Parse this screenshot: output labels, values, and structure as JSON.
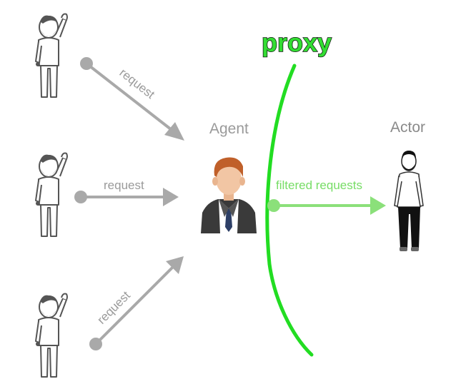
{
  "labels": {
    "proxy": "proxy",
    "agent": "Agent",
    "actor": "Actor",
    "request_top": "request",
    "request_middle": "request",
    "request_bottom": "request",
    "filtered_requests": "filtered requests"
  },
  "colors": {
    "background": "#ffffff",
    "requester_outline": "#555555",
    "request_arrow": "#a9a9a9",
    "request_text": "#9a9a9a",
    "agent_label": "#9a9a9a",
    "actor_label": "#8a8a8a",
    "proxy_line": "#22dd22",
    "proxy_text_fill": "#33dd33",
    "proxy_text_outline": "#111111",
    "filtered_arrow": "#8be07a",
    "filtered_text": "#77dd66",
    "agent_hair": "#c0602a",
    "agent_skin": "#f2c6a4",
    "agent_suit": "#3a3a3a",
    "agent_tie": "#2d3f66",
    "actor_hair": "#111111",
    "actor_pants": "#111111"
  },
  "icons": {
    "requester": "person-raising-hand-icon",
    "agent": "businessman-avatar-icon",
    "actor": "standing-man-icon"
  }
}
